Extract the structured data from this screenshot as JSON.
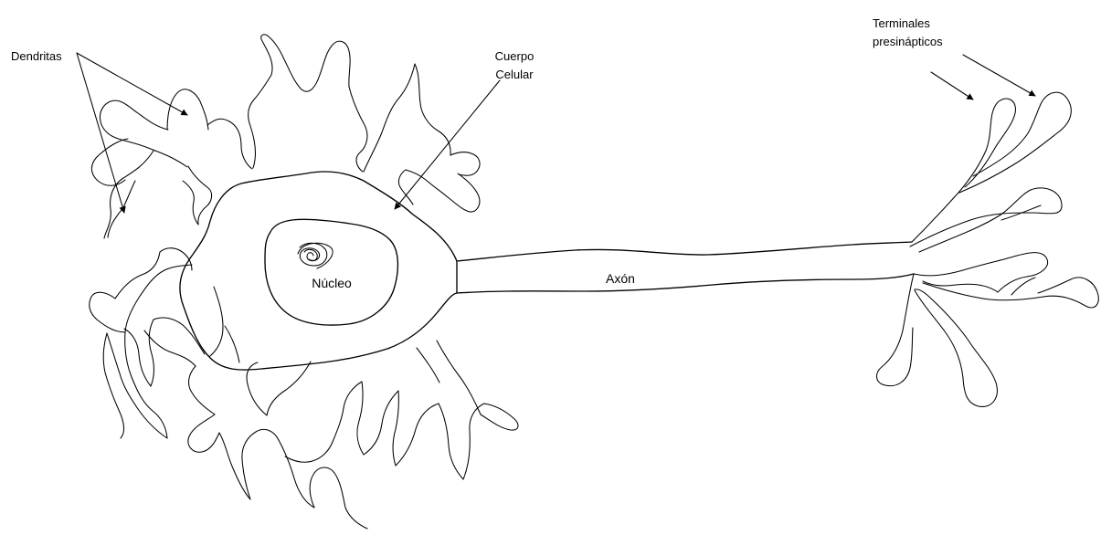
{
  "diagram": {
    "labels": {
      "dendrites": "Dendritas",
      "cell_body_line1": "Cuerpo",
      "cell_body_line2": "Celular",
      "terminals_line1": "Terminales",
      "terminals_line2": "presinápticos",
      "nucleus": "Núcleo",
      "axon": "Axón"
    },
    "stroke_color": "#000000",
    "background_color": "#ffffff"
  }
}
